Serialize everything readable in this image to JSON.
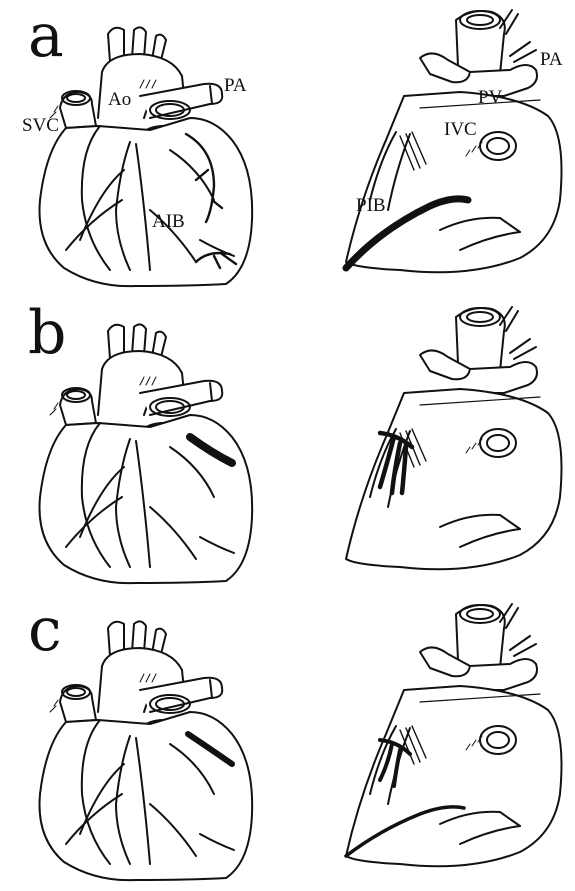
{
  "panels": [
    {
      "letter": "a"
    },
    {
      "letter": "b"
    },
    {
      "letter": "c"
    }
  ],
  "labels": {
    "svc": "SVC",
    "ao": "Ao",
    "pa_anterior": "PA",
    "aib": "AIB",
    "pa_posterior": "PA",
    "pv": "PV",
    "ivc": "IVC",
    "pib": "PIB"
  }
}
